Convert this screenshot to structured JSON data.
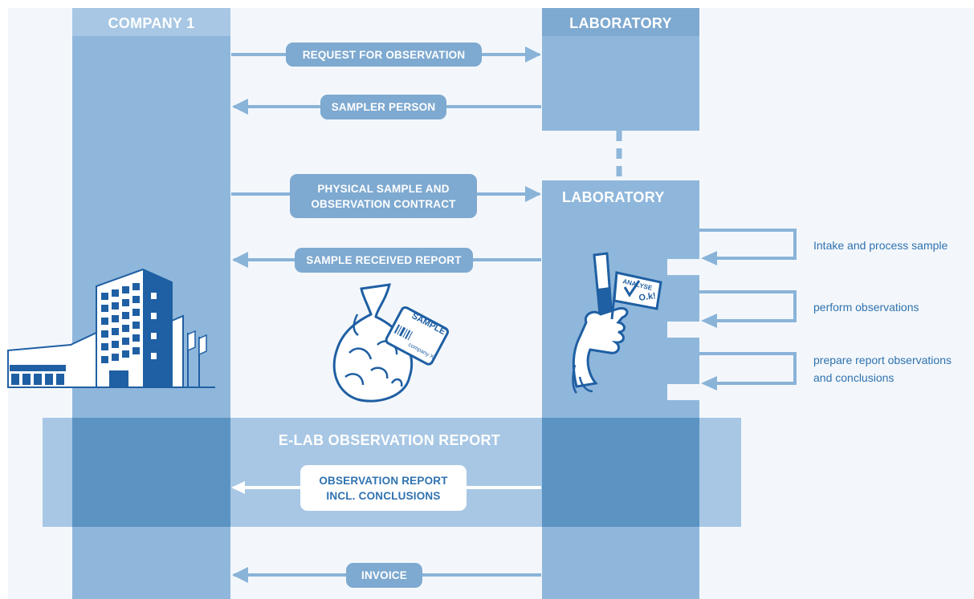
{
  "company": {
    "title": "COMPANY 1"
  },
  "laboratory_top": {
    "title": "LABORATORY"
  },
  "laboratory_bottom": {
    "title": "LABORATORY"
  },
  "elab_band": {
    "title": "E-LAB OBSERVATION REPORT"
  },
  "messages": {
    "request": "REQUEST FOR OBSERVATION",
    "sampler": "SAMPLER PERSON",
    "physical_line1": "PHYSICAL SAMPLE AND",
    "physical_line2": "OBSERVATION CONTRACT",
    "sample_received": "SAMPLE RECEIVED REPORT",
    "report_line1": "OBSERVATION REPORT",
    "report_line2": "INCL. CONCLUSIONS",
    "invoice": "INVOICE"
  },
  "lab_steps": {
    "intake": "Intake and process sample",
    "perform": "perform observations",
    "prepare_line1": "prepare report observations",
    "prepare_line2": "and conclusions"
  },
  "illustrations": {
    "sample_tag_line1": "SAMPLE",
    "sample_tag_line2": "company X",
    "flag_line1": "ANALYSE",
    "flag_line2": "O.k!"
  },
  "colors": {
    "background": "#f3f7fb",
    "column": "#8fb7db",
    "band": "#a7c7e4",
    "band_overlap": "#5b94c3",
    "arrow": "#8ab3d8",
    "ink": "#1f5fa3"
  }
}
